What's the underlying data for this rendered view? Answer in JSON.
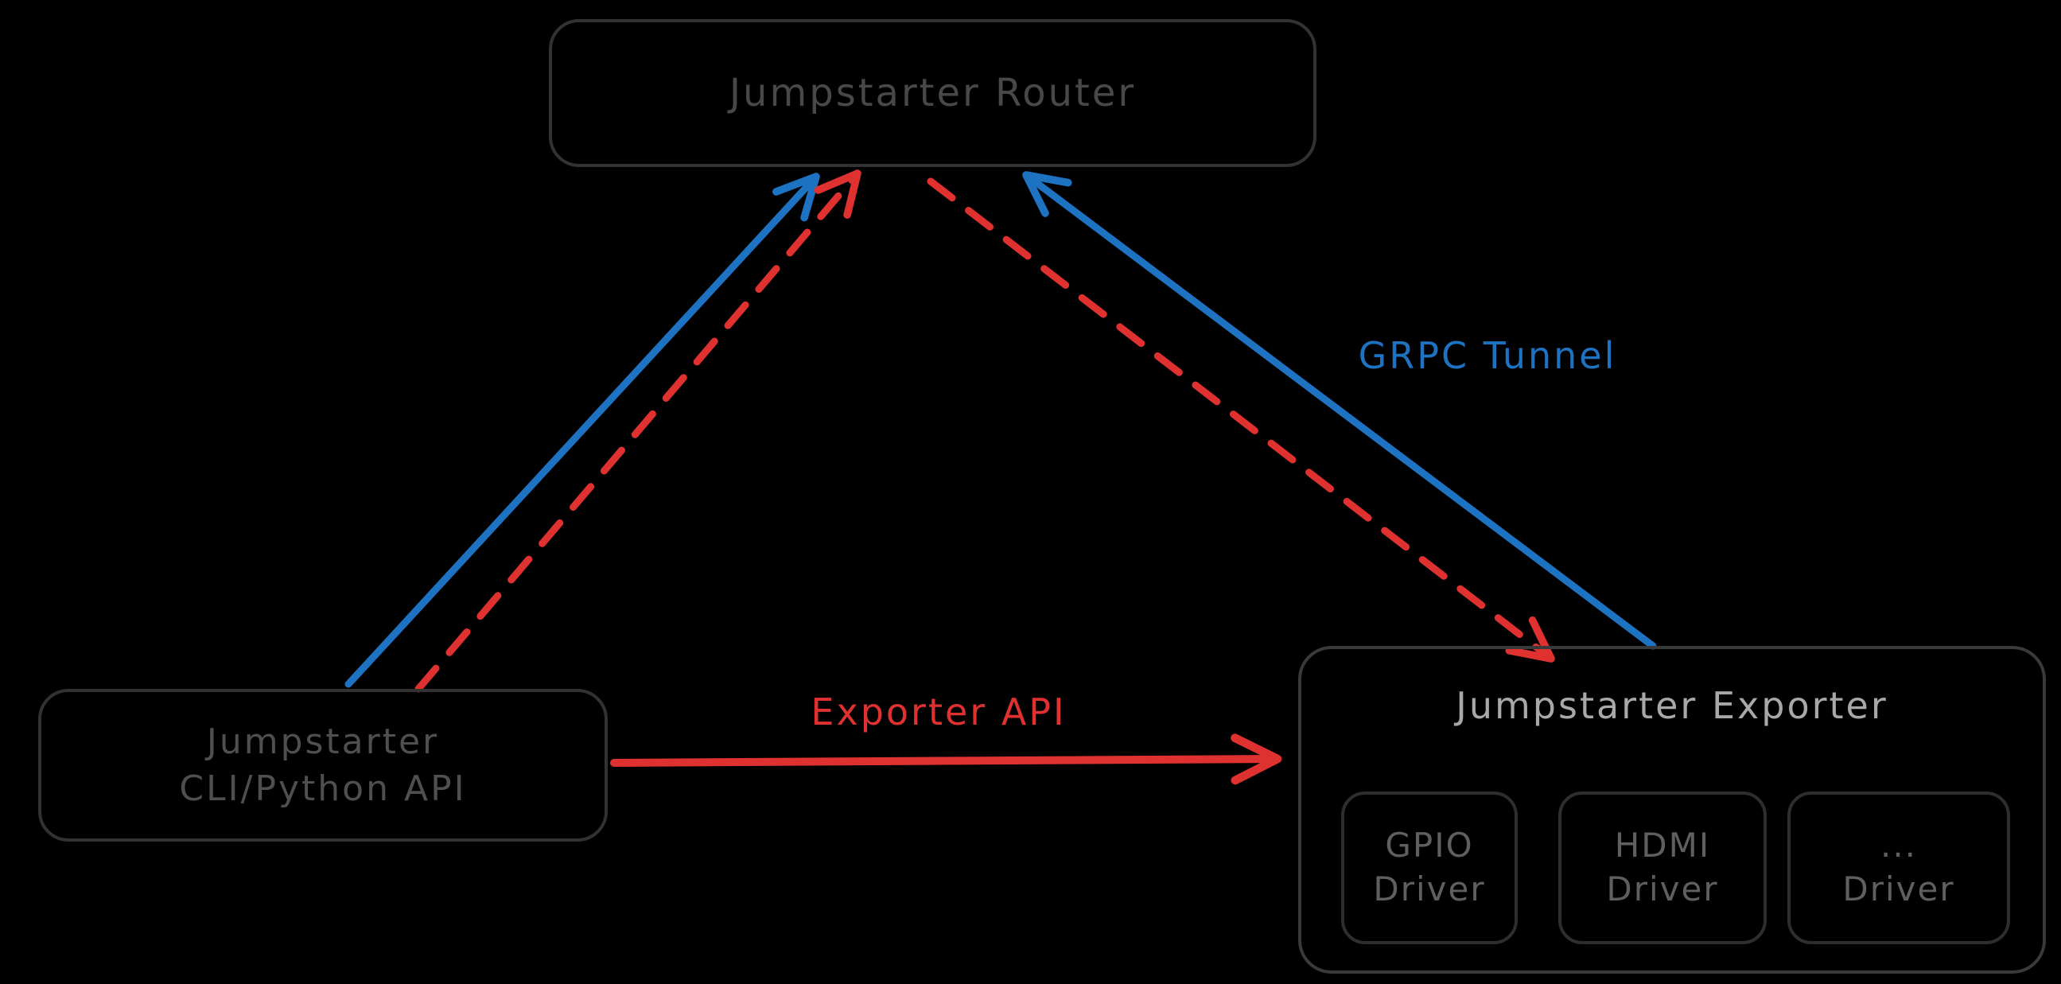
{
  "nodes": {
    "router": {
      "label": "Jumpstarter Router"
    },
    "client": {
      "line1": "Jumpstarter",
      "line2": "CLI/Python API"
    },
    "exporter": {
      "label": "Jumpstarter Exporter",
      "drivers": [
        {
          "line1": "GPIO",
          "line2": "Driver"
        },
        {
          "line1": "HDMI",
          "line2": "Driver"
        },
        {
          "line1": "...",
          "line2": "Driver"
        }
      ]
    }
  },
  "edges": {
    "grpc_tunnel": {
      "label": "GRPC Tunnel",
      "style": "solid",
      "color": "#1d72c2"
    },
    "exporter_api": {
      "label": "Exporter API",
      "style": "solid",
      "color": "#e03131"
    },
    "router_session": {
      "style": "dashed",
      "color": "#e03131"
    }
  },
  "colors": {
    "background": "#000000",
    "blue": "#1d72c2",
    "red": "#e03131",
    "box_border": "#323232"
  }
}
